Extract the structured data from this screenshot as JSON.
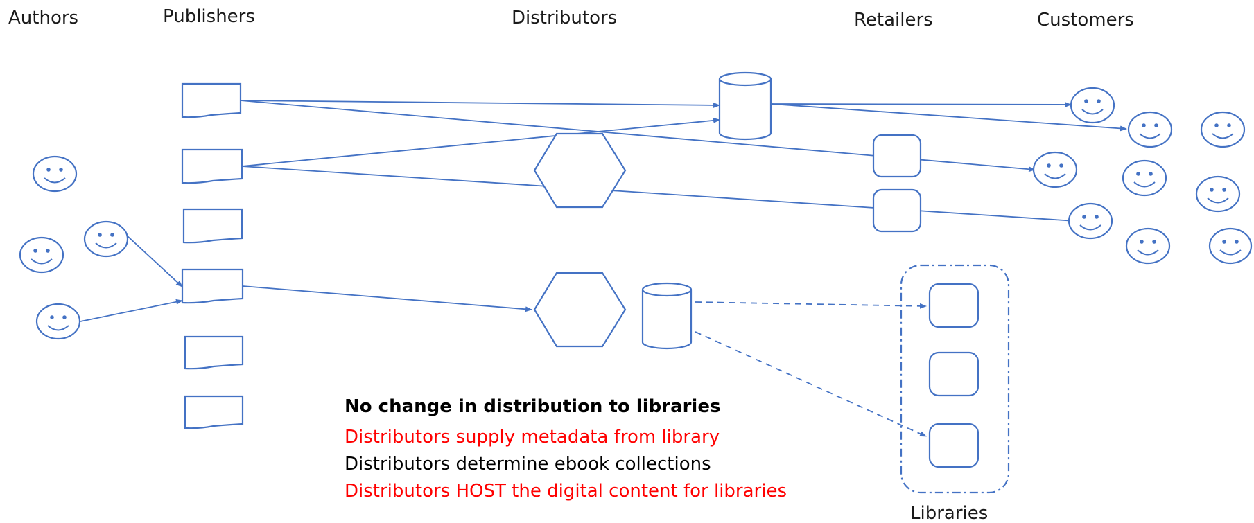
{
  "columns": {
    "authors": "Authors",
    "publishers": "Publishers",
    "distributors": "Distributors",
    "retailers": "Retailers",
    "customers": "Customers"
  },
  "libraries_label": "Libraries",
  "notes": [
    {
      "text": "No change in distribution  to libraries",
      "color": "#000000",
      "bold": true
    },
    {
      "text": "Distributors supply metadata from library",
      "color": "#ff0000",
      "bold": false
    },
    {
      "text": "Distributors determine ebook collections",
      "color": "#000000",
      "bold": false
    },
    {
      "text": "Distributors HOST the digital content for libraries",
      "color": "#ff0000",
      "bold": false
    }
  ],
  "colors": {
    "stroke": "#4472c4",
    "note_red": "#ff0000",
    "note_black": "#000000"
  },
  "icons": {
    "author": "smiley-face-icon",
    "publisher": "document-icon",
    "distributor": "hexagon-icon",
    "store": "database-cylinder-icon",
    "retailer": "rounded-square-icon",
    "library": "rounded-square-icon",
    "customer": "smiley-face-icon"
  }
}
